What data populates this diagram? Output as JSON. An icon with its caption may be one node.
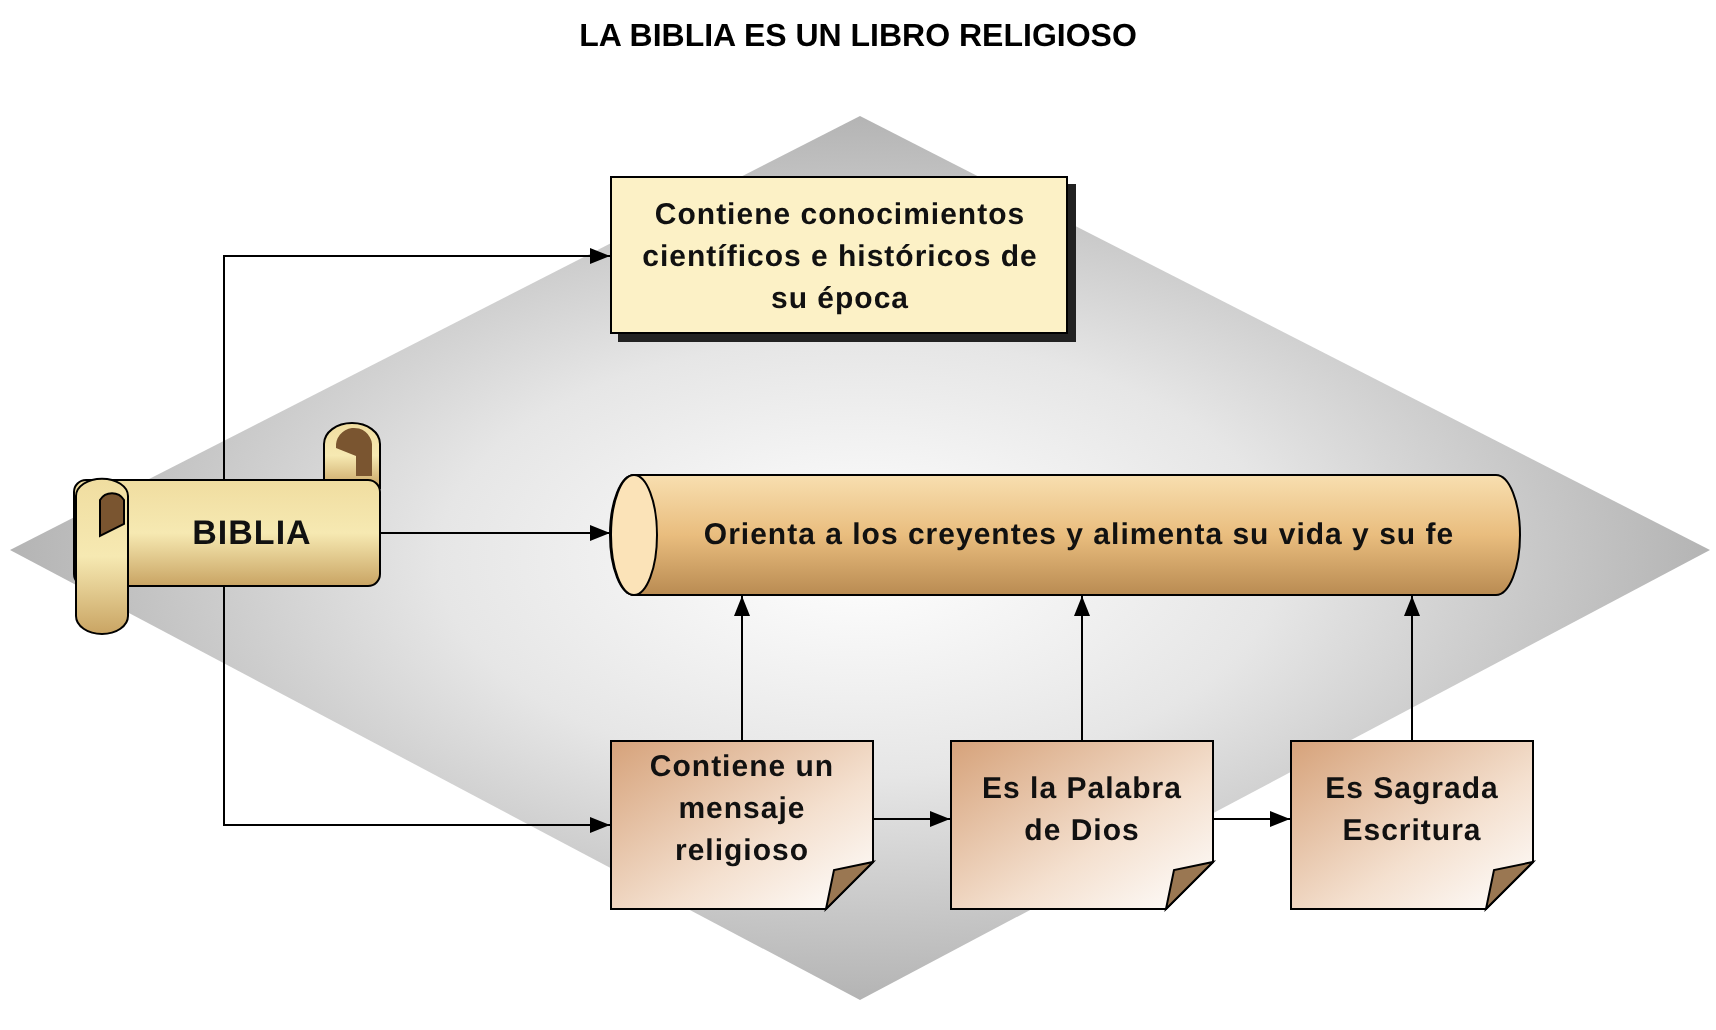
{
  "diagram": {
    "title": "LA BIBLIA ES UN LIBRO RELIGIOSO",
    "nodes": [
      {
        "text": [
          "BIBLIA"
        ]
      },
      {
        "text": [
          "Contiene conocimientos científicos e históricos de su época"
        ]
      },
      {
        "text": [
          "Orienta a los creyentes y alimenta su vida y su fe"
        ]
      },
      {
        "text": [
          "Contiene un mensaje religioso"
        ]
      },
      {
        "text": [
          "Es la Palabra de Dios"
        ]
      },
      {
        "text": [
          "Es Sagrada Escritura"
        ]
      }
    ],
    "edges": [
      {
        "from": 0,
        "to": 1,
        "arrow": "to"
      },
      {
        "from": 0,
        "to": 2,
        "arrow": "to"
      },
      {
        "from": 0,
        "to": 3,
        "arrow": "to"
      },
      {
        "from": 3,
        "to": 4,
        "arrow": "to"
      },
      {
        "from": 4,
        "to": 5,
        "arrow": "to"
      },
      {
        "from": 3,
        "to": 2,
        "arrow": "to"
      },
      {
        "from": 4,
        "to": 2,
        "arrow": "to"
      },
      {
        "from": 5,
        "to": 2,
        "arrow": "to"
      }
    ]
  }
}
